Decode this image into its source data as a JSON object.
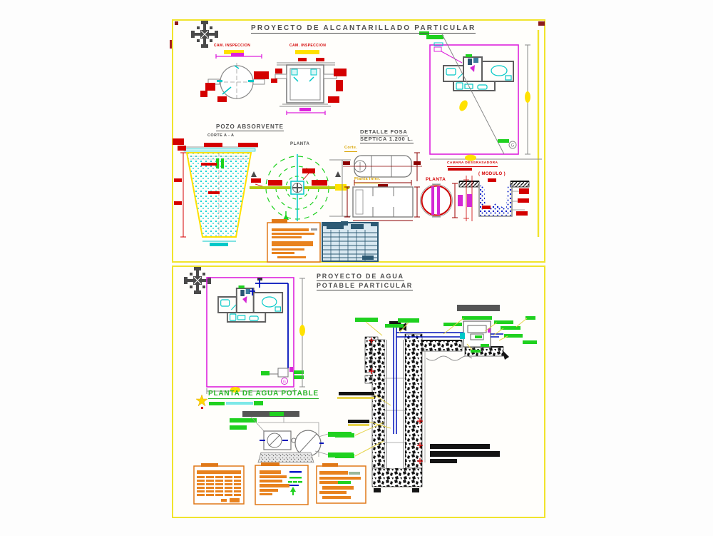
{
  "colors": {
    "sheet_border": "#f1e42c",
    "magenta": "#dd22dd",
    "red_label": "#d40000",
    "dark_red_dim": "#8b0000",
    "green_bar": "#1fd11f",
    "cyan": "#00c8c8",
    "pipe_blue": "#0011bb",
    "orange": "#e07818",
    "steel_table": "#2d5a74",
    "title_gray": "#4f4f4f",
    "highlight_yellow": "#ffe100"
  },
  "s1": {
    "title": "PROYECTO DE ALCANTARILLADO PARTICULAR",
    "cam1": "CAM. INSPECCION",
    "cam2": "CAM. INSPECCION",
    "pozo_title": "POZO ABSORVENTE",
    "corte_aa": "CORTE A - A",
    "planta": "PLANTA",
    "fosa_l1": "DETALLE FOSA",
    "fosa_l2": "SEPTICA 1.200 L.",
    "corte_lbl": "Corte.",
    "planta_inf": "Planta Infer.",
    "planta_red": "PLANTA",
    "camara": "CAMARA DESGRASADORA",
    "modulo": "( MODULO )",
    "g": "G"
  },
  "s2": {
    "title_l1": "PROYECTO DE AGUA",
    "title_l2": "POTABLE PARTICULAR",
    "planta_title": "PLANTA DE AGUA POTABLE",
    "g": "G"
  }
}
